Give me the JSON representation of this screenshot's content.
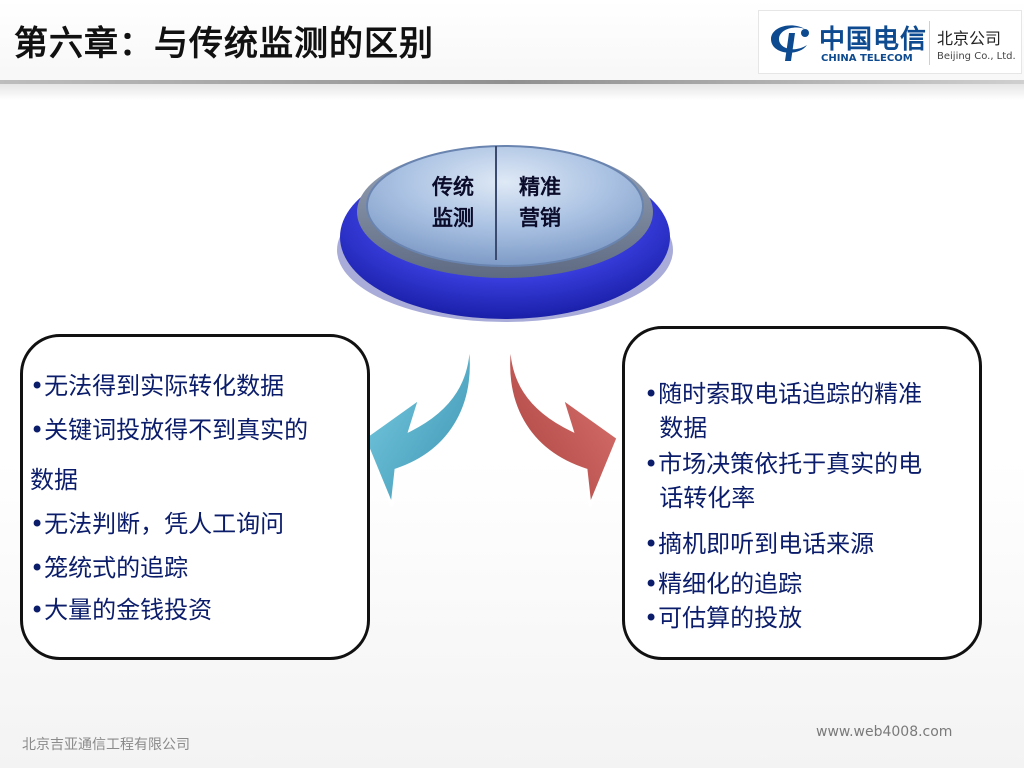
{
  "slide": {
    "title": "第六章：与传统监测的区别"
  },
  "logo": {
    "cn_name": "中国电信",
    "en_name": "CHINA TELECOM",
    "branch_cn": "北京公司",
    "branch_en": "Beijing Co., Ltd."
  },
  "center": {
    "left_line1": "传统",
    "left_line2": "监测",
    "right_line1": "精准",
    "right_line2": "营销"
  },
  "left_box": {
    "items": [
      "•无法得到实际转化数据",
      "•关键词投放得不到真实的",
      "数据",
      "•无法判断，凭人工询问",
      "•笼统式的追踪",
      "•大量的金钱投资"
    ]
  },
  "right_box": {
    "items": [
      "•随时索取电话追踪的精准",
      "  数据",
      "•市场决策依托于真实的电",
      "  话转化率",
      "•摘机即听到电话来源",
      "•精细化的追踪",
      "•可估算的投放"
    ]
  },
  "footer": {
    "company": "北京吉亚通信工程有限公司",
    "website": "www.web4008.com"
  },
  "colors": {
    "teal_arrow": "#4aa9c6",
    "red_arrow": "#c0504d",
    "disc_rim": "#3a3fe0",
    "disc_top": "#a8c0e0",
    "bullet_text": "#0b1d6a"
  }
}
